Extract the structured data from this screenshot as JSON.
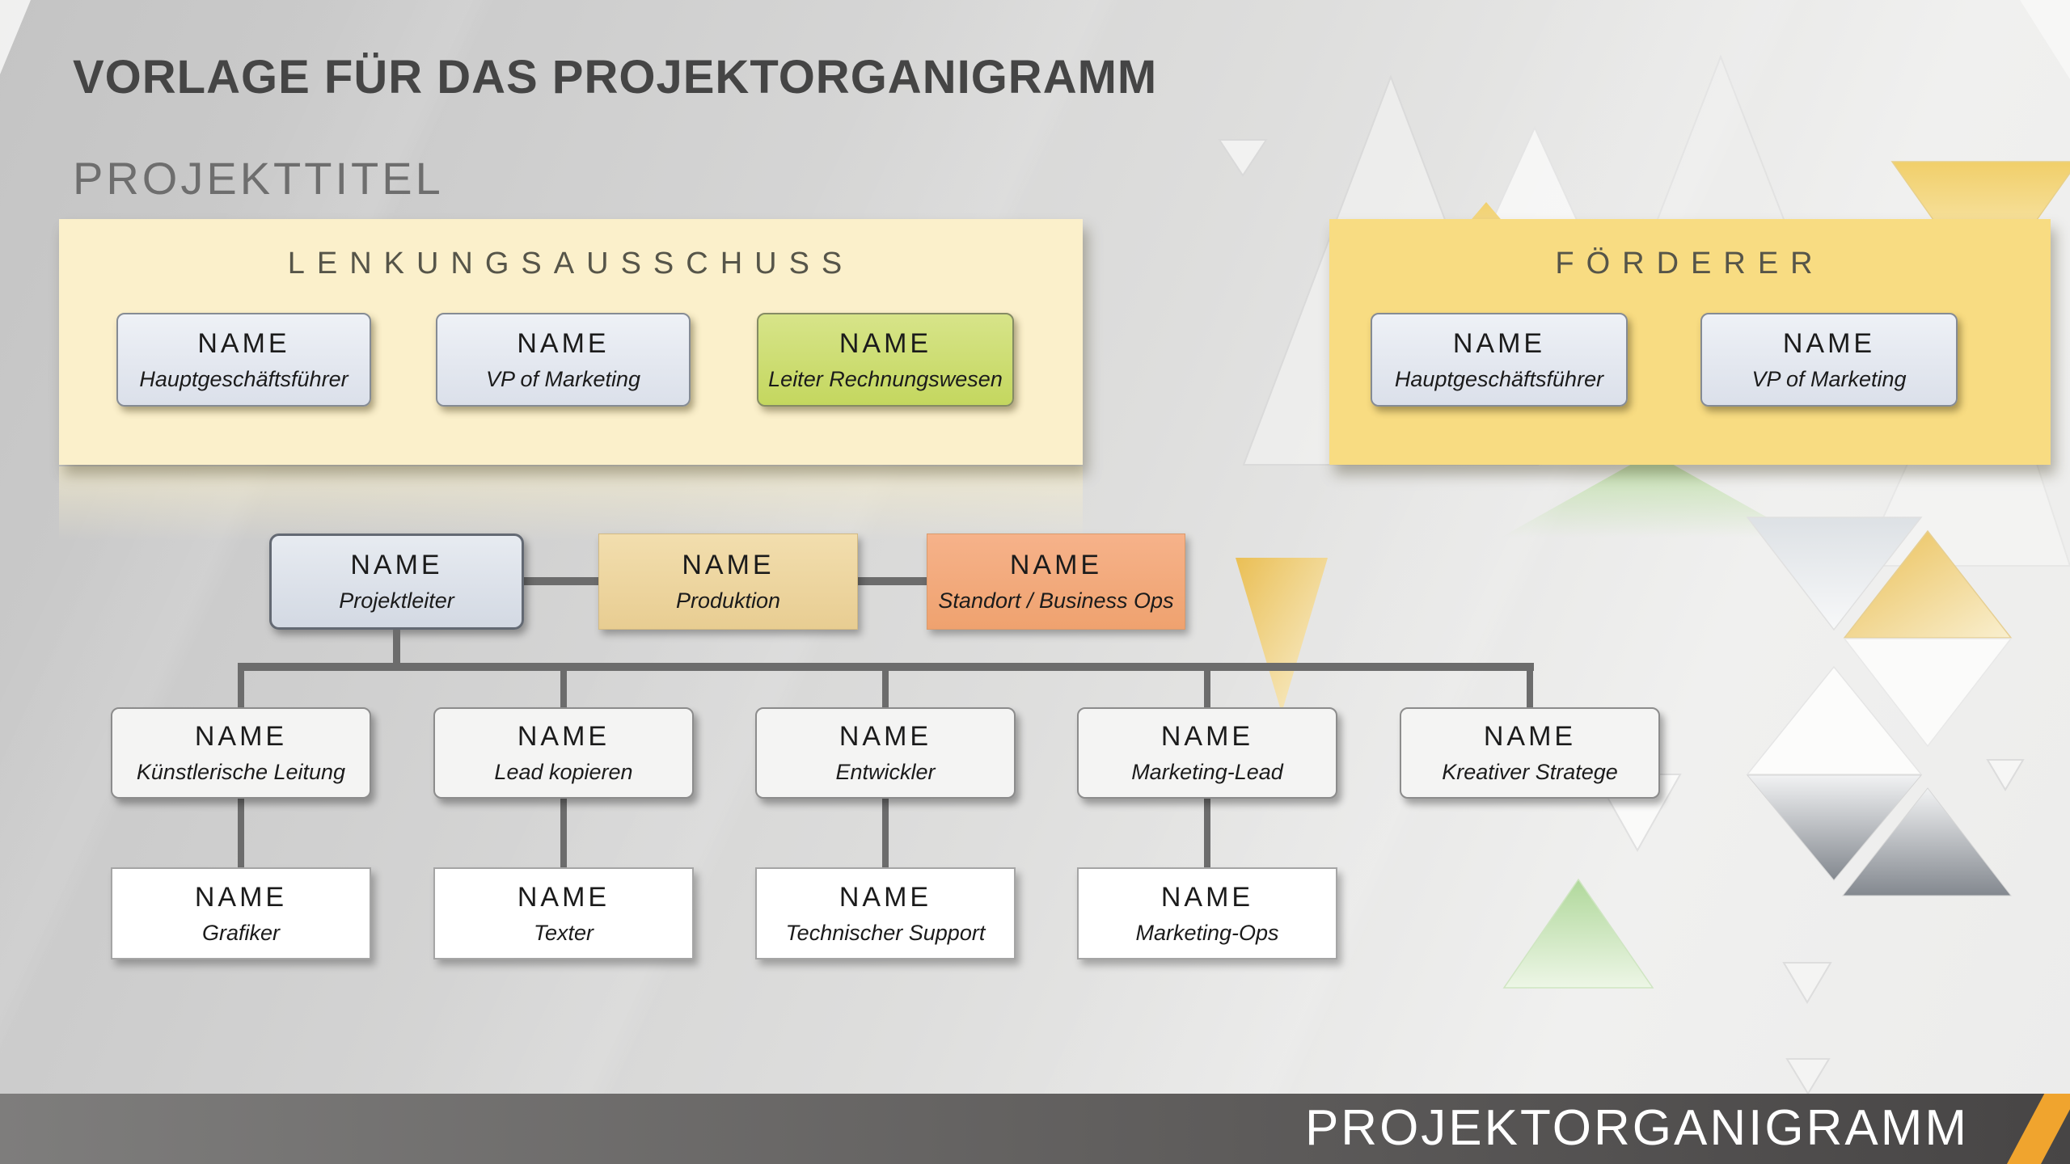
{
  "header": {
    "title": "VORLAGE FÜR DAS PROJEKTORGANIGRAMM",
    "subtitle": "PROJEKTTITEL"
  },
  "panels": {
    "steering": {
      "title": "LENKUNGSAUSSCHUSS",
      "cards": [
        {
          "name": "NAME",
          "role": "Hauptgeschäftsführer"
        },
        {
          "name": "NAME",
          "role": "VP of Marketing"
        },
        {
          "name": "NAME",
          "role": "Leiter Rechnungswesen"
        }
      ]
    },
    "sponsor": {
      "title": "FÖRDERER",
      "cards": [
        {
          "name": "NAME",
          "role": "Hauptgeschäftsführer"
        },
        {
          "name": "NAME",
          "role": "VP of Marketing"
        }
      ]
    }
  },
  "org": {
    "top": [
      {
        "name": "NAME",
        "role": "Projektleiter"
      },
      {
        "name": "NAME",
        "role": "Produktion"
      },
      {
        "name": "NAME",
        "role": "Standort / Business Ops"
      }
    ],
    "middle": [
      {
        "name": "NAME",
        "role": "Künstlerische Leitung"
      },
      {
        "name": "NAME",
        "role": "Lead kopieren"
      },
      {
        "name": "NAME",
        "role": "Entwickler"
      },
      {
        "name": "NAME",
        "role": "Marketing-Lead"
      },
      {
        "name": "NAME",
        "role": "Kreativer Stratege"
      }
    ],
    "bottom": [
      {
        "name": "NAME",
        "role": "Grafiker"
      },
      {
        "name": "NAME",
        "role": "Texter"
      },
      {
        "name": "NAME",
        "role": "Technischer Support"
      },
      {
        "name": "NAME",
        "role": "Marketing-Ops"
      }
    ]
  },
  "footer": {
    "label": "PROJEKTORGANIGRAMM"
  },
  "colors": {
    "accent_orange": "#F0A42E",
    "panel_left_yellow": "#FBF0CB",
    "panel_right_yellow": "#F8DC82",
    "card_blue": "#DFE4ED",
    "card_green": "#CBDD70",
    "card_tan": "#EBD199",
    "card_orange": "#F2A87A",
    "connector_gray": "#6C6C6C",
    "footer_dark": "#474545"
  }
}
